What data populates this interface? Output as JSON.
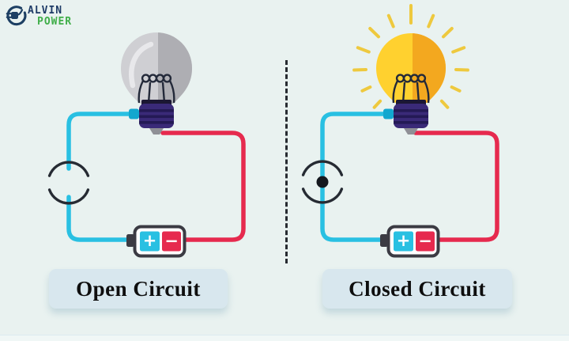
{
  "logo": {
    "brand_line1": "ALVIN",
    "brand_line2": "POWER",
    "icon": "plug-icon",
    "brand_color_line1": "#1d3a66",
    "brand_color_line2": "#3fae49"
  },
  "panels": [
    {
      "label": "Open Circuit",
      "bulb_state": "off",
      "switch_state": "open",
      "battery": {
        "positive": "+",
        "negative": "−"
      }
    },
    {
      "label": "Closed Circuit",
      "bulb_state": "on",
      "switch_state": "closed",
      "battery": {
        "positive": "+",
        "negative": "−"
      }
    }
  ],
  "colors": {
    "background": "#e9f2f0",
    "wire_positive_cyan": "#29c0e2",
    "wire_negative_red": "#e62a4e",
    "bulb_off_light": "#cfcfd3",
    "bulb_off_shade": "#aeaeb3",
    "bulb_on_light": "#ffd12f",
    "bulb_on_shade": "#f3a81f",
    "glow_rays": "#eec93e",
    "bulb_base_indigo": "#3a2a78",
    "switch_stroke": "#262b33",
    "battery_outline": "#3b3b43",
    "caption_box": "#d8e7ee",
    "divider": "#272b31"
  }
}
